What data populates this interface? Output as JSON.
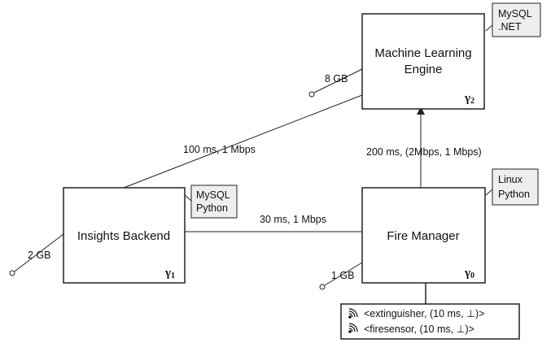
{
  "nodes": {
    "ml_engine": {
      "label_line1": "Machine Learning",
      "label_line2": "Engine",
      "gamma": "γ",
      "gamma_sub": "2",
      "tag_line1": "MySQL",
      "tag_line2": ".NET",
      "storage": "8 GB"
    },
    "insights_backend": {
      "label": "Insights Backend",
      "gamma": "γ",
      "gamma_sub": "1",
      "tag_line1": "MySQL",
      "tag_line2": "Python",
      "storage": "2 GB"
    },
    "fire_manager": {
      "label": "Fire Manager",
      "gamma": "γ",
      "gamma_sub": "0",
      "tag_line1": "Linux",
      "tag_line2": "Python",
      "storage": "1 GB"
    }
  },
  "edges": {
    "insights_to_ml": "100 ms, 1 Mbps",
    "fire_to_ml": "200 ms, (2Mbps, 1 Mbps)",
    "insights_to_fire": "30 ms, 1 Mbps"
  },
  "sensors": [
    {
      "label": "<extinguisher, (10 ms, ⊥)>",
      "icon": "wifi-signal-icon"
    },
    {
      "label": "<firesensor, (10 ms, ⊥)>",
      "icon": "wifi-signal-icon"
    }
  ],
  "colors": {
    "stroke": "#222222",
    "tag_fill": "#eeeeee",
    "background": "#ffffff"
  }
}
